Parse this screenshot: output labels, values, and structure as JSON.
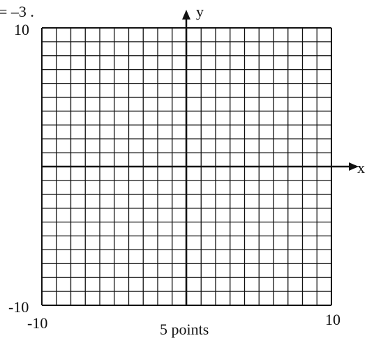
{
  "fragment_text": "= –3 .",
  "axes": {
    "x_label": "x",
    "y_label": "y",
    "x_min_label": "-10",
    "x_max_label": "10",
    "y_min_label": "-10",
    "y_max_label": "10"
  },
  "grid": {
    "x_range": [
      -10,
      10
    ],
    "y_range": [
      -10,
      10
    ],
    "step": 1
  },
  "caption": "5 points",
  "colors": {
    "ink": "#111111",
    "background": "#ffffff"
  }
}
